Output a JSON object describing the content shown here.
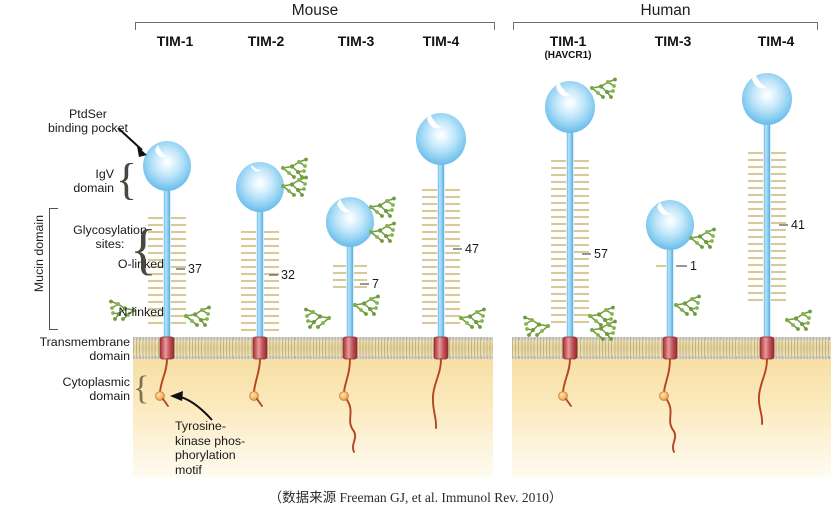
{
  "figure": {
    "caption": "（数据来源 Freeman GJ, et al. Immunol Rev. 2010）"
  },
  "groups": [
    {
      "name": "Mouse",
      "title": "Mouse"
    },
    {
      "name": "Human",
      "title": "Human"
    }
  ],
  "annotations": {
    "ptdser_line1": "PtdSer",
    "ptdser_line2": "binding pocket",
    "igv_line1": "IgV",
    "igv_line2": "domain",
    "mucin_domain": "Mucin domain",
    "glyco_line1": "Glycosylation",
    "glyco_line2": "sites:",
    "o_linked": "O-linked",
    "n_linked": "N-linked",
    "tm_line1": "Transmembrane",
    "tm_line2": "domain",
    "cyto_line1": "Cytoplasmic",
    "cyto_line2": "domain",
    "tyr_line1": "Tyrosine-",
    "tyr_line2": "kinase phos-",
    "tyr_line3": "phorylation",
    "tyr_line4": "motif"
  },
  "molecules": [
    {
      "id": "mouse-tim-1",
      "group": "Mouse",
      "label": "TIM-1",
      "sublabel": "",
      "o_linked_count": "37"
    },
    {
      "id": "mouse-tim-2",
      "group": "Mouse",
      "label": "TIM-2",
      "sublabel": "",
      "o_linked_count": "32"
    },
    {
      "id": "mouse-tim-3",
      "group": "Mouse",
      "label": "TIM-3",
      "sublabel": "",
      "o_linked_count": "7"
    },
    {
      "id": "mouse-tim-4",
      "group": "Mouse",
      "label": "TIM-4",
      "sublabel": "",
      "o_linked_count": "47"
    },
    {
      "id": "human-tim-1",
      "group": "Human",
      "label": "TIM-1",
      "sublabel": "(HAVCR1)",
      "o_linked_count": "57"
    },
    {
      "id": "human-tim-3",
      "group": "Human",
      "label": "TIM-3",
      "sublabel": "",
      "o_linked_count": "1"
    },
    {
      "id": "human-tim-4",
      "group": "Human",
      "label": "TIM-4",
      "sublabel": "",
      "o_linked_count": "41"
    }
  ],
  "colors": {
    "igv_domain": "#8fd0f2",
    "stalk": "#7cc6ef",
    "o_linked_tick": "#ded0a0",
    "n_linked_glycan": "#6f9a3e",
    "transmembrane": "#c4565a",
    "cytoplasmic_tail": "#b5451e",
    "phospho_circle": "#f2b766",
    "membrane": "#e6d49a",
    "cytoplasm": "#f7dfa4",
    "background": "#ffffff"
  }
}
